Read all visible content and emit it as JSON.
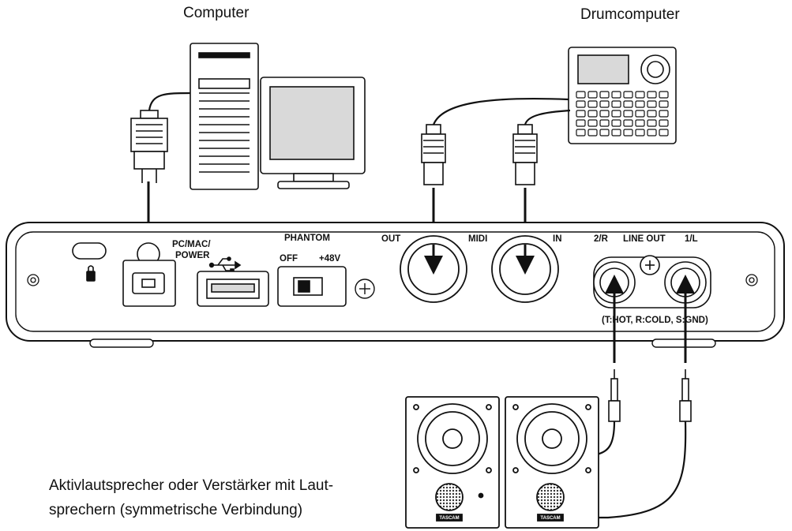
{
  "captions": {
    "computer": "Computer",
    "drum": "Drumcomputer",
    "speakers_line1": "Aktivlautsprecher oder Verstärker mit Laut-",
    "speakers_line2": "sprechern (symmetrische Verbindung)"
  },
  "panel_labels": {
    "pc_mac_1": "PC/MAC/",
    "pc_mac_2": "POWER",
    "phantom": "PHANTOM",
    "off": "OFF",
    "plus48": "+48V",
    "midi_out": "OUT",
    "midi": "MIDI",
    "midi_in": "IN",
    "out_2r": "2/R",
    "line_out": "LINE OUT",
    "out_1l": "1/L",
    "trs_note": "(T:HOT, R:COLD, S:GND)"
  },
  "speaker_brand": "TASCAM",
  "icons": [
    "usb-symbol-icon",
    "kensington-lock-icon",
    "ground-screw-icon",
    "arrow-down-icon"
  ],
  "colors": {
    "line": "#111111",
    "panel_fill": "#ffffff",
    "screen_fill": "#d9d9d9",
    "grille": "#333333"
  }
}
